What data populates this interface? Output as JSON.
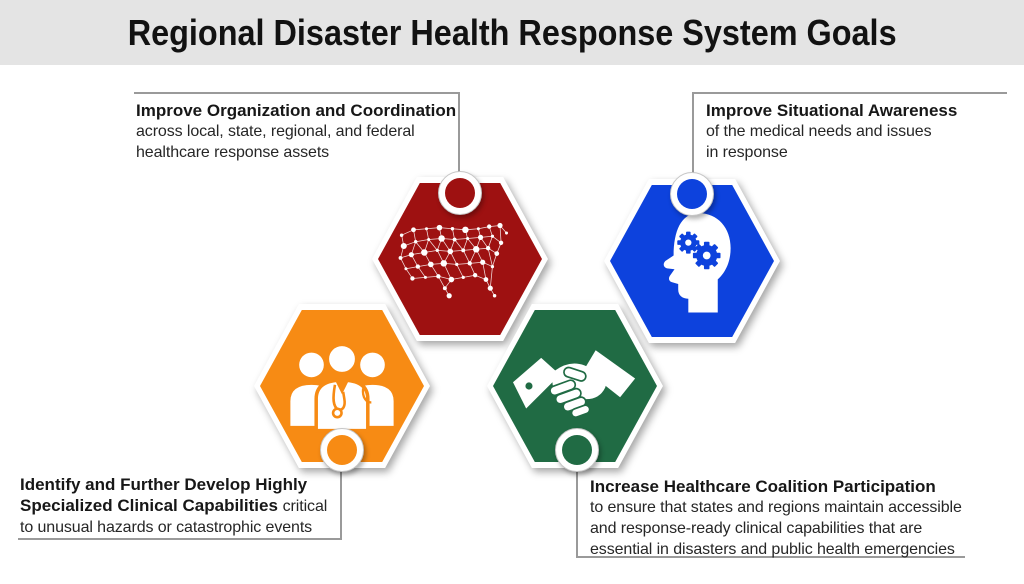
{
  "title": "Regional Disaster Health Response System Goals",
  "colors": {
    "header_background": "#e4e4e4",
    "red": "#9e1111",
    "blue": "#0d42dd",
    "orange": "#f78b14",
    "green": "#206b44",
    "connector_line": "#9a9a9a"
  },
  "goals": [
    {
      "position": "top-left",
      "icon": "usa-network-map-icon",
      "color": "#9e1111",
      "heading": "Improve Organization and Coordination",
      "body": "across local, state, regional, and federal\nhealthcare response assets"
    },
    {
      "position": "top-right",
      "icon": "head-gears-icon",
      "color": "#0d42dd",
      "heading": "Improve Situational Awareness",
      "body": "of the medical needs and issues\nin response"
    },
    {
      "position": "bottom-left",
      "icon": "medical-team-icon",
      "color": "#f78b14",
      "heading": "Identify and Further Develop Highly\nSpecialized Clinical Capabilities ",
      "body": "critical\nto unusual hazards or catastrophic events"
    },
    {
      "position": "bottom-right",
      "icon": "handshake-icon",
      "color": "#206b44",
      "heading": "Increase Healthcare Coalition Participation",
      "body": "to ensure that states and regions maintain accessible\nand response-ready clinical capabilities that are\nessential in disasters and public health emergencies"
    }
  ]
}
